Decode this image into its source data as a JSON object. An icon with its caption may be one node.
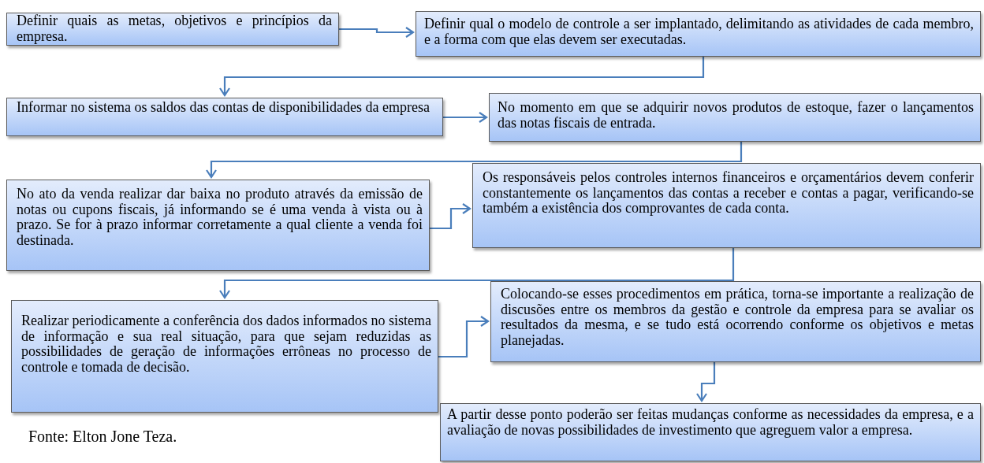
{
  "diagram": {
    "nodes": [
      {
        "text": [
          "Definir quais as metas, objetivos e princípios da empresa."
        ]
      },
      {
        "text": [
          "Definir qual o modelo de controle a ser implantado, delimitando as atividades de cada membro, e a forma com que elas devem ser executadas."
        ]
      },
      {
        "text": [
          "Informar no sistema os saldos das contas de disponibilidades da empresa"
        ]
      },
      {
        "text": [
          "No momento em que se adquirir novos produtos  de estoque, fazer o lançamentos das notas fiscais de entrada."
        ]
      },
      {
        "text": [
          "No ato da venda realizar dar baixa no produto através da emissão de notas ou cupons fiscais, já informando se é uma venda à vista ou à prazo. Se for à prazo informar corretamente a qual cliente a venda foi destinada."
        ]
      },
      {
        "text": [
          "Os responsáveis pelos controles internos financeiros e orçamentários devem conferir constantemente os lançamentos das contas a receber e contas a pagar, verificando-se também a existência dos comprovantes de cada conta."
        ]
      },
      {
        "text": [
          "Realizar periodicamente a conferência dos dados informados no sistema de informação e sua real situação, para que sejam reduzidas as possibilidades de geração de informações errôneas no processo de controle e tomada de decisão."
        ]
      },
      {
        "text": [
          "Colocando-se esses procedimentos em prática, torna-se importante a realização de discusões entre os membros da gestão e controle da empresa para se avaliar os resultados da mesma, e se tudo está ocorrendo conforme os objetivos e metas planejadas."
        ]
      },
      {
        "text": [
          "A partir desse ponto poderão ser feitas mudanças conforme as necessidades da empresa, e a avaliação de novas possibilidades de investimento que agreguem valor a empresa."
        ]
      }
    ],
    "edges": [
      {
        "from": 0,
        "to": 1,
        "arrow": "to"
      },
      {
        "from": 1,
        "to": 2,
        "arrow": "to"
      },
      {
        "from": 2,
        "to": 3,
        "arrow": "to"
      },
      {
        "from": 3,
        "to": 4,
        "arrow": "to"
      },
      {
        "from": 4,
        "to": 5,
        "arrow": "to"
      },
      {
        "from": 5,
        "to": 6,
        "arrow": "to"
      },
      {
        "from": 6,
        "to": 7,
        "arrow": "to"
      },
      {
        "from": 7,
        "to": 8,
        "arrow": "to"
      }
    ],
    "labels": [
      "Fonte: Elton Jone Teza."
    ]
  }
}
